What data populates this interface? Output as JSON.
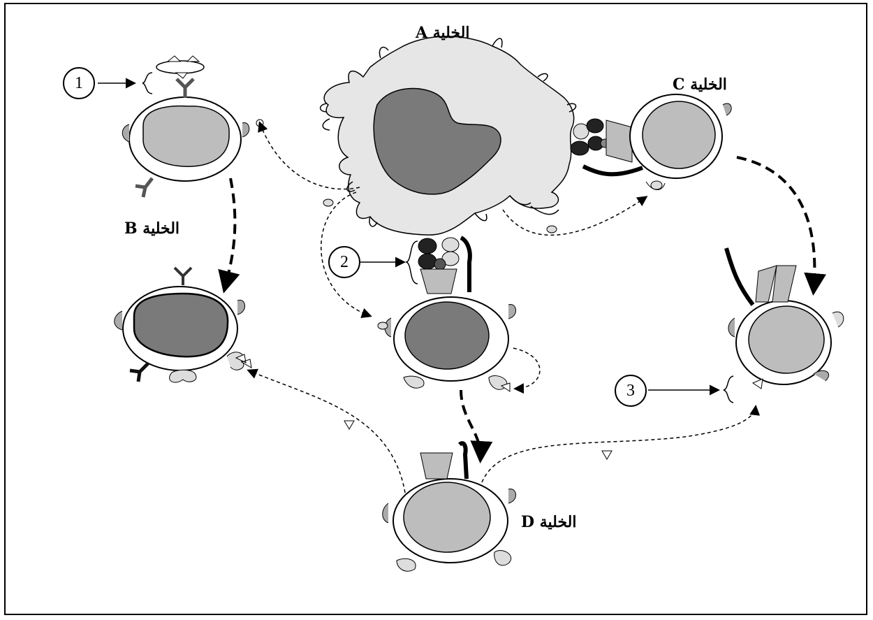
{
  "labels": {
    "cell_a": {
      "word": "الخلية",
      "letter": "A"
    },
    "cell_b": {
      "word": "الخلية",
      "letter": "B"
    },
    "cell_c": {
      "word": "الخلية",
      "letter": "C"
    },
    "cell_d": {
      "word": "الخلية",
      "letter": "D"
    }
  },
  "markers": {
    "m1": "1",
    "m2": "2",
    "m3": "3"
  },
  "colors": {
    "cytoplasm_light": "#e6e6e6",
    "nucleus": "#7a7a7a",
    "nucleus_light": "#bdbdbd",
    "receptor": "#aaaaaa",
    "dark": "#222222"
  }
}
